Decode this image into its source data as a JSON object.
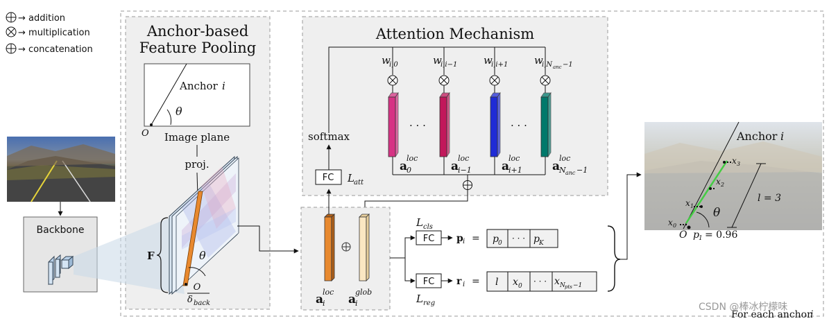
{
  "legend": {
    "addition": "→ addition",
    "multiplication": "→ multiplication",
    "concatenation": "→ concatenation"
  },
  "pooling": {
    "title_line1": "Anchor-based",
    "title_line2": "Feature Pooling",
    "anchor_label": "Anchor",
    "anchor_index": "i",
    "theta": "θ",
    "origin": "O",
    "image_plane": "Image plane",
    "proj": "proj.",
    "feature_label": "F",
    "obackground_num": "O",
    "obackground_den": "δ",
    "obackground_den_sub": "back"
  },
  "backbone": {
    "label": "Backbone"
  },
  "attention": {
    "title": "Attention Mechanism",
    "softmax": "softmax",
    "fc": "FC",
    "loss": "L",
    "loss_sub": "att",
    "weights": [
      {
        "main": "w",
        "sub": "i,0"
      },
      {
        "main": "w",
        "sub": "i,i−1"
      },
      {
        "main": "w",
        "sub": "i,i+1"
      },
      {
        "main": "w",
        "sub": "i,N"
      }
    ],
    "weight_sub_tail": "anc",
    "weight_sub_tail2": "−1",
    "features": [
      {
        "main": "a",
        "sub": "0",
        "sup": "loc",
        "color": "#d63384"
      },
      {
        "main": "a",
        "sub": "i−1",
        "sup": "loc",
        "color": "#c2185b"
      },
      {
        "main": "a",
        "sub": "i+1",
        "sup": "loc",
        "color": "#1f2bd6"
      },
      {
        "main": "a",
        "sub": "N",
        "sup": "loc",
        "color": "#00796b"
      }
    ],
    "feature_sub_tail": "anc",
    "feature_sub_tail2": "−1",
    "dots": "· · ·"
  },
  "heads": {
    "loc_feat": {
      "main": "a",
      "sub": "i",
      "sup": "loc",
      "color": "#e8892f"
    },
    "glob_feat": {
      "main": "a",
      "sub": "i",
      "sup": "glob",
      "color": "#fbe7c2"
    },
    "cls_loss": "L",
    "cls_loss_sub": "cls",
    "reg_loss": "L",
    "reg_loss_sub": "reg",
    "fc": "FC",
    "p_label": "p",
    "p_sub": "i",
    "r_label": "r",
    "r_sub": "i",
    "equals": "=",
    "p_cells": [
      "p",
      "· · ·",
      "p"
    ],
    "p_cell_subs": [
      "0",
      "",
      "K"
    ],
    "r_cells": [
      "l",
      "x",
      "· · ·",
      "x"
    ],
    "r_cell_subs": [
      "",
      "0",
      "",
      "N"
    ],
    "r_last_sub_tail": "pts",
    "r_last_sub_tail2": "−1"
  },
  "output": {
    "anchor_label": "Anchor",
    "anchor_index": "i",
    "theta": "θ",
    "origin": "O",
    "p1_label": "p",
    "p1_sub": "1",
    "p1_value": "= 0.96",
    "l_label": "l = 3",
    "points": [
      "x",
      "x",
      "x",
      "x"
    ],
    "point_subs": [
      "0",
      "1",
      "2",
      "3"
    ]
  },
  "footer": {
    "each_anchor": "For each anchor",
    "each_anchor_i": "i",
    "watermark": "CSDN @棒冰柠檬味"
  },
  "colors": {
    "panel_fill": "#efefef",
    "panel_stroke": "#9a9a9a",
    "orange_strip": "#e8892f",
    "green_line": "#44cc44"
  }
}
